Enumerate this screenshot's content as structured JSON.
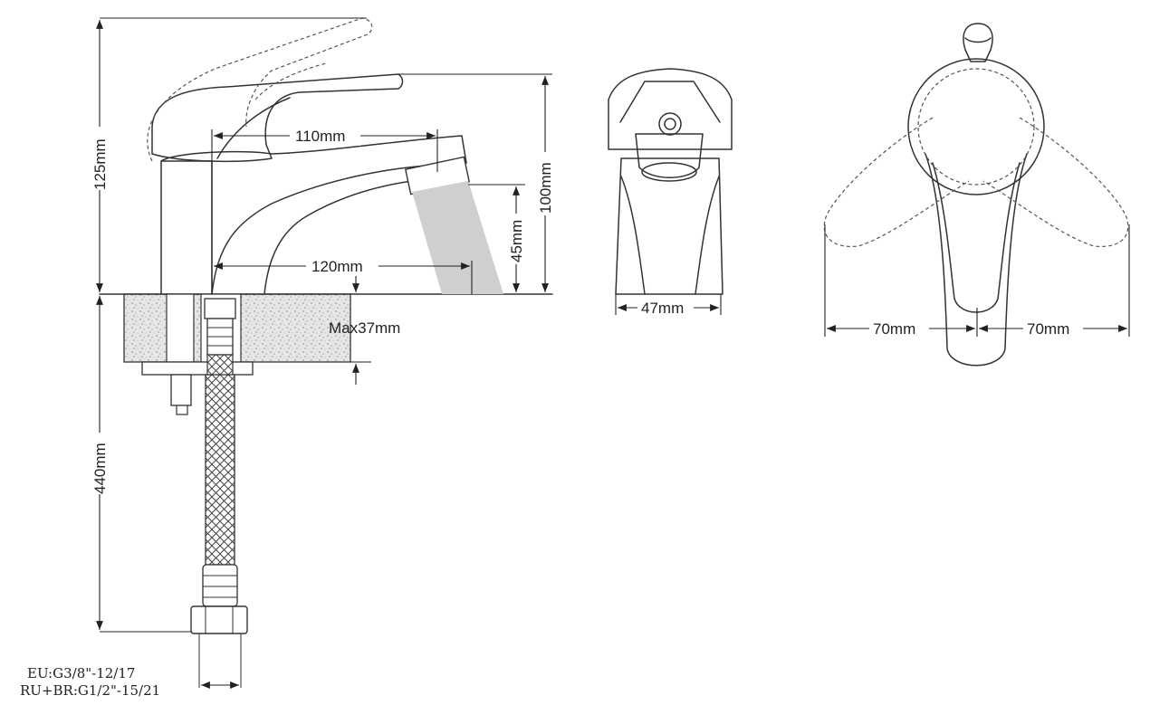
{
  "dimensions": {
    "height_total": "125mm",
    "height_spout": "100mm",
    "lever_reach": "110mm",
    "spout_reach": "120mm",
    "outlet_height": "45mm",
    "max_thickness": "Max37mm",
    "hose_length": "440mm",
    "spout_width": "47mm",
    "swing_left": "70mm",
    "swing_right": "70mm"
  },
  "connections": {
    "eu": "EU:G3/8\"-12/17",
    "ru_br": "RU+BR:G1/2\"-15/21"
  },
  "colors": {
    "line": "#333333",
    "water": "#cfcfcf",
    "counter": "#e3e3e3"
  }
}
